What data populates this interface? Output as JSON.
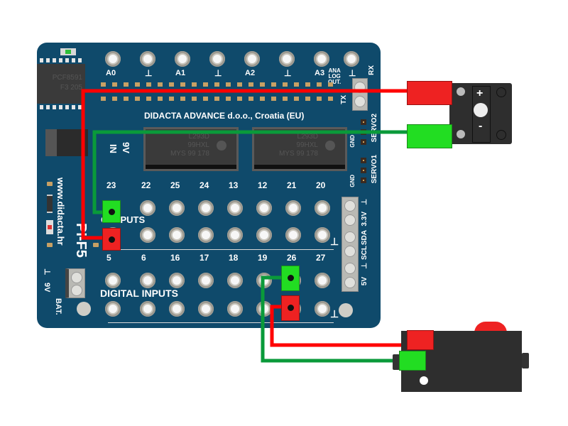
{
  "board": {
    "name": "PI-F5",
    "website": "www.didacta.hr",
    "manufacturer": "DIDACTA  ADVANCE d.o.o., Croatia (EU)",
    "analog_pins": [
      "A0",
      "⊥",
      "A1",
      "⊥",
      "A2",
      "⊥",
      "A3",
      "⊥"
    ],
    "analog_log_out": "ANA\nLOG\nOUT.",
    "rx_label": "RX",
    "tx_label": "TX",
    "adc_chip": {
      "line1": "PCF8591",
      "line2": "F3 205"
    },
    "driver_chips": [
      {
        "line1": "L293D",
        "line2": "99HXL",
        "line3": "MYS  99 178"
      },
      {
        "line1": "L293D",
        "line2": "99HXL",
        "line3": "MYS  99 178"
      }
    ],
    "power_in": {
      "label_in": "IN",
      "label_v": "9V"
    },
    "servo_labels": {
      "servo2": "SERVO2",
      "servo1": "SERVO1",
      "gnd1": "GND",
      "gnd2": "GND"
    },
    "outputs": {
      "title": "OUTPUTS",
      "pin_numbers": [
        "23",
        "22",
        "25",
        "24",
        "13",
        "12",
        "21",
        "20"
      ],
      "ground_symbol": "⊥"
    },
    "inputs": {
      "title": "DIGITAL INPUTS",
      "pin_numbers": [
        "5",
        "6",
        "16",
        "17",
        "18",
        "19",
        "26",
        "27"
      ],
      "ground_symbol": "⊥"
    },
    "side_terminals": {
      "gnd": "⊥",
      "v33": "3.3V",
      "sda": "SDA",
      "scl": "SCL",
      "gnd2": "⊥",
      "v5": "5V"
    },
    "battery": {
      "gnd": "⊥",
      "v": "9V",
      "label": "BAT."
    }
  },
  "components": {
    "buzzer": {
      "plus": "+",
      "minus": "-"
    },
    "switch": {}
  },
  "wiring": [
    {
      "color": "#ff0000",
      "from": "OUTPUT 5",
      "to": "component + (top)"
    },
    {
      "color": "#0a9a3a",
      "from": "OUTPUT 23",
      "to": "component - (bottom)"
    },
    {
      "color": "#0a9a3a",
      "from": "DIGITAL INPUT 26 (top)",
      "to": "switch terminal 1"
    },
    {
      "color": "#ff0000",
      "from": "DIGITAL INPUT 26 (bottom)",
      "to": "switch terminal 2"
    }
  ],
  "colors": {
    "board": "#0f4a6b",
    "wire_red": "#ff0000",
    "wire_green": "#0a9a3a",
    "conn_green": "#22dd22",
    "conn_red": "#ee2222"
  }
}
